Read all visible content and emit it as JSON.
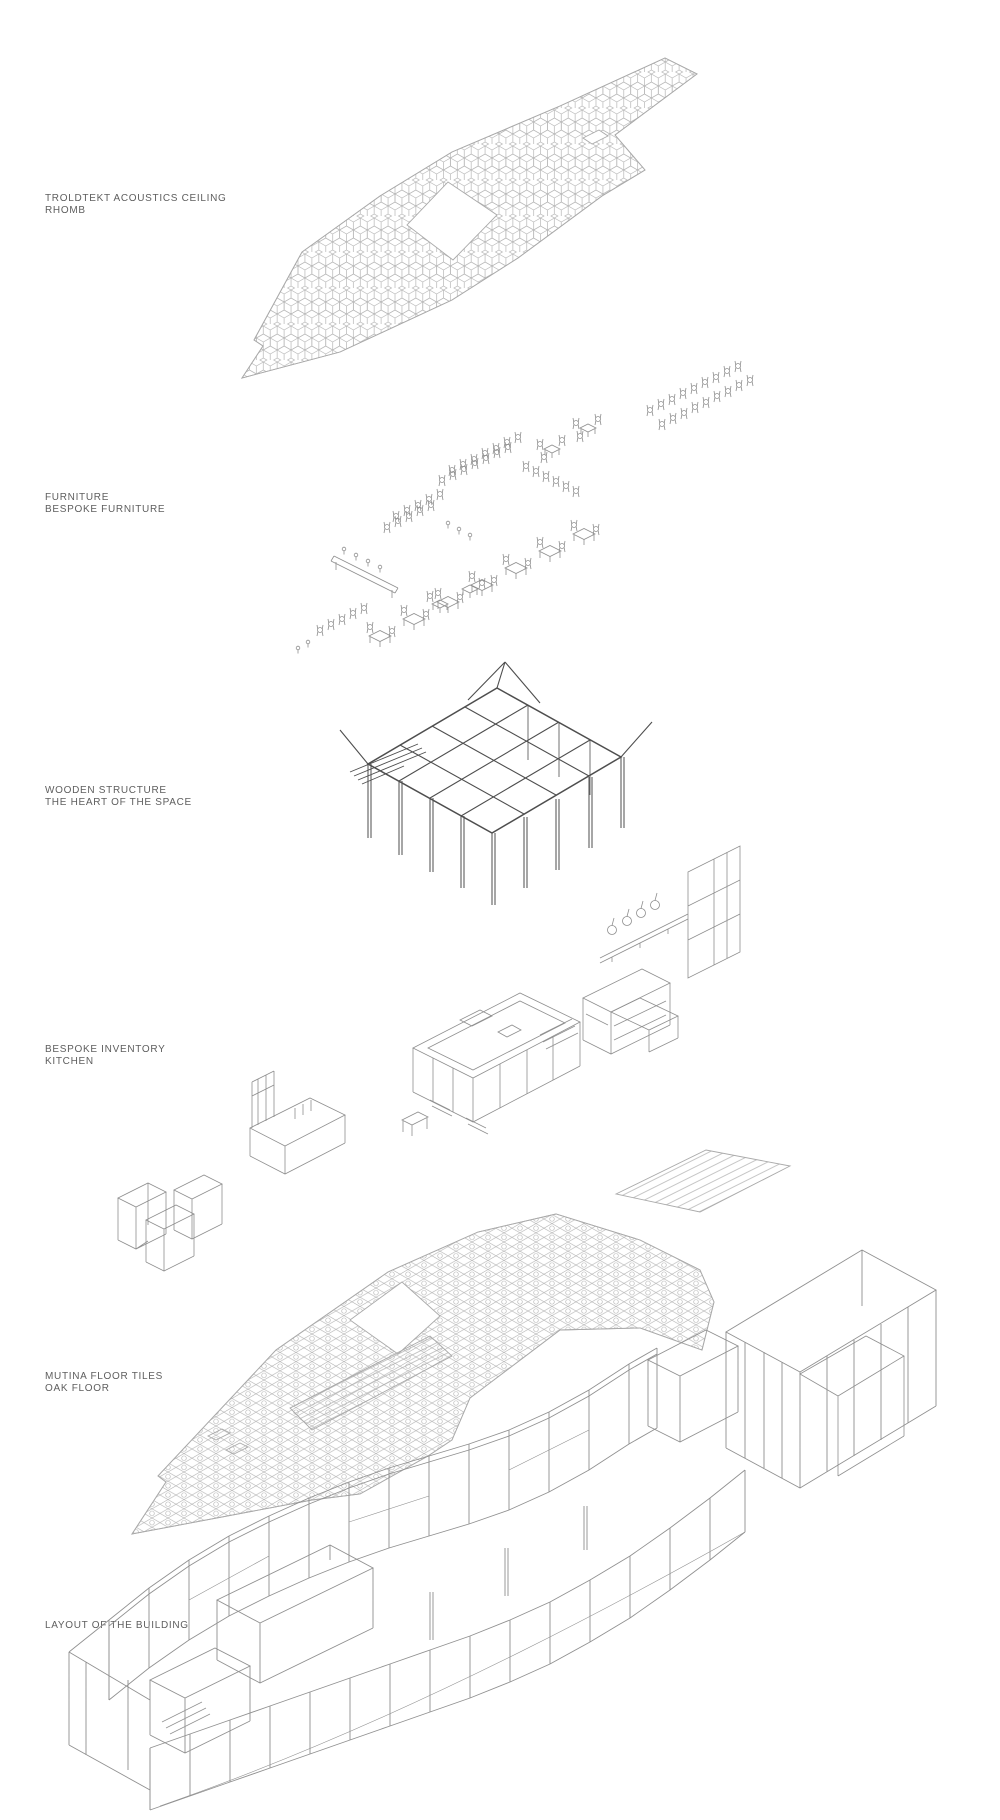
{
  "diagram": {
    "layers": [
      {
        "id": "ceiling",
        "label_line1": "TROLDTEKT ACOUSTICS CEILING",
        "label_line2": "RHOMB"
      },
      {
        "id": "furniture",
        "label_line1": "FURNITURE",
        "label_line2": "BESPOKE FURNITURE"
      },
      {
        "id": "structure",
        "label_line1": "WOODEN STRUCTURE",
        "label_line2": "THE HEART OF THE SPACE"
      },
      {
        "id": "inventory",
        "label_line1": "BESPOKE INVENTORY",
        "label_line2": "KITCHEN"
      },
      {
        "id": "floor",
        "label_line1": "MUTINA FLOOR TILES",
        "label_line2": "OAK FLOOR"
      },
      {
        "id": "layout",
        "label_line1": "LAYOUT OF THE BUILDING",
        "label_line2": ""
      }
    ],
    "colors": {
      "label_text": "#5e5e5e",
      "line_light": "#aaaaaa",
      "line_mid": "#8f8f8f",
      "line_dark": "#4e4e4e",
      "line_building": "#909090",
      "background": "#ffffff"
    }
  }
}
